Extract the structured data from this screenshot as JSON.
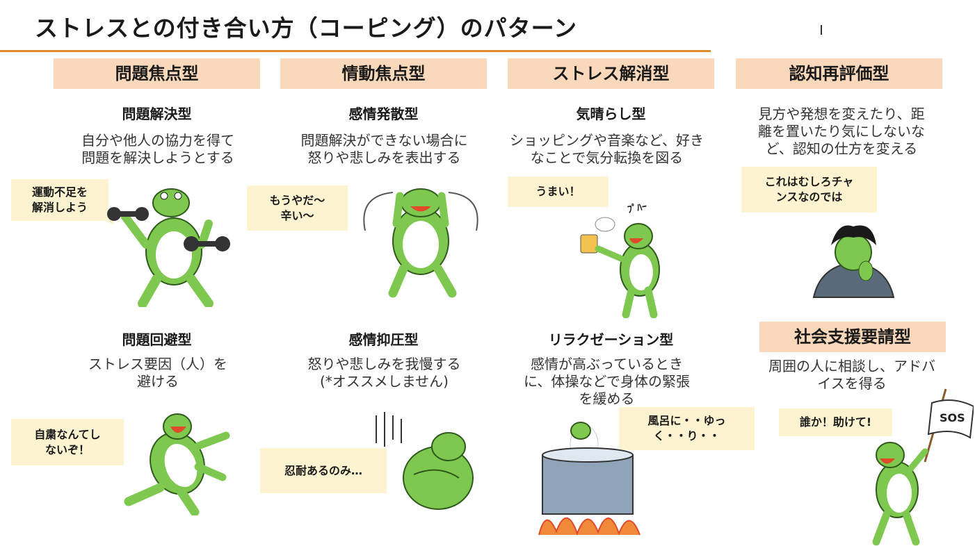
{
  "title": "ストレスとの付き合い方（コーピング）のパターン",
  "columns": [
    {
      "header": "問題焦点型",
      "items": [
        {
          "subtitle": "問題解決型",
          "desc": [
            "自分や他人の協力を得て",
            "問題を解決しようとする"
          ],
          "bubble": [
            "運動不足を",
            "解消しよう"
          ]
        },
        {
          "subtitle": "問題回避型",
          "desc": [
            "ストレス要因（人）を",
            "避ける"
          ],
          "bubble": [
            "自粛なんてし",
            "ないぞ！"
          ]
        }
      ]
    },
    {
      "header": "情動焦点型",
      "items": [
        {
          "subtitle": "感情発散型",
          "desc": [
            "問題解決ができない場合に",
            "怒りや悲しみを表出する"
          ],
          "bubble": [
            "もうやだ〜",
            "辛い〜"
          ]
        },
        {
          "subtitle": "感情抑圧型",
          "desc": [
            "怒りや悲しみを我慢する",
            "(*オススメしません)"
          ],
          "bubble": [
            "忍耐あるのみ…"
          ]
        }
      ]
    },
    {
      "header": "ストレス解消型",
      "items": [
        {
          "subtitle": "気晴らし型",
          "desc": [
            "ショッピングや音楽など、好き",
            "なことで気分転換を図る"
          ],
          "bubble": [
            "うまい！"
          ],
          "sfx": "ﾌﾟﾊｰ"
        },
        {
          "subtitle": "リラクゼーション型",
          "desc": [
            "感情が高ぶっているとき",
            "に、体操などで身体の緊張",
            "を緩める"
          ],
          "bubble": [
            "風呂に・・ゆっ",
            "く・・り・・"
          ]
        }
      ]
    },
    {
      "header": "認知再評価型",
      "items": [
        {
          "desc": [
            "見方や発想を変えたり、距",
            "離を置いたり気にしないな",
            "ど、認知の仕方を変える"
          ],
          "bubble": [
            "これはむしろチャ",
            "ンスなのでは"
          ]
        }
      ],
      "header2": "社会支援要請型",
      "items2": [
        {
          "desc": [
            "周囲の人に相談し、アドバ",
            "イスを得る"
          ],
          "bubble": [
            "誰か！助けて!"
          ],
          "flag": "SOS"
        }
      ]
    }
  ],
  "colors": {
    "accent_rule": "#e08a2e",
    "header_bg": "#fad8bb",
    "bubble_bg": "#fdf3d0",
    "frog_green": "#7ec850",
    "frog_dark": "#2f5a1c"
  }
}
